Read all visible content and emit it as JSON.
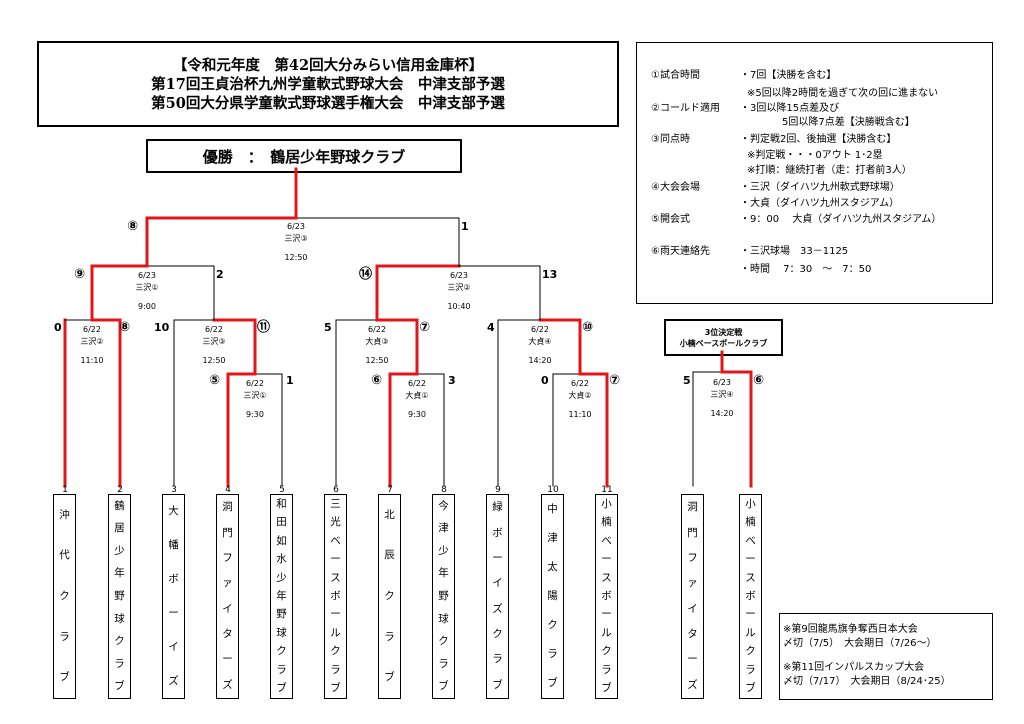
{
  "title": {
    "line1": "【令和元年度　第42回大分みらい信用金庫杯】",
    "line2": "第17回王貞治杯九州学童軟式野球大会　中津支部予選",
    "line3": "第50回大分県学童軟式野球選手権大会　中津支部予選"
  },
  "winner": "優勝　：　鶴居少年野球クラブ",
  "rules": [
    {
      "label": "①試合時間",
      "value": "・7回【決勝を含む】"
    },
    {
      "label": "",
      "value": "※5回以降2時間を過ぎて次の回に進まない"
    },
    {
      "label": "②コールド適用",
      "value": "・3回以降15点差及び"
    },
    {
      "label": "",
      "value": "5回以降7点差【決勝戦含む】"
    },
    {
      "label": "③同点時",
      "value": "・判定戦2回、後抽選【決勝含む】"
    },
    {
      "label": "",
      "value": "※判定戦・・・0アウト 1･2塁"
    },
    {
      "label": "",
      "value": "※打順：継続打者（走：打者前3人）"
    },
    {
      "label": "④大会会場",
      "value": "・三沢（ダイハツ九州軟式野球場）"
    },
    {
      "label": "",
      "value": "・大貞（ダイハツ九州スタジアム）"
    },
    {
      "label": "⑤開会式",
      "value": "・9：00　 大貞（ダイハツ九州スタジアム）"
    },
    {
      "label": "⑥雨天連絡先",
      "value": "・三沢球場　33－1125"
    },
    {
      "label": "",
      "value": "・時間　 7：30　～　7：50"
    }
  ],
  "third_place": {
    "title": "3位決定戦",
    "winner": "小楠ベースボールクラブ"
  },
  "notes": [
    "※第9回龍馬旗争奪西日本大会",
    "〆切（7/5）　大会期日（7/26～）",
    "※第11回インパルスカップ大会",
    "〆切（7/17）　大会期日（8/24･25）"
  ],
  "games": [
    {
      "id": "final",
      "date": "6/23",
      "venue": "三沢③",
      "time": "12:50",
      "left_score": "⑧",
      "right_score": "1"
    },
    {
      "id": "sf1",
      "date": "6/23",
      "venue": "三沢①",
      "time": "9:00",
      "left_score": "⑨",
      "right_score": "2"
    },
    {
      "id": "sf2",
      "date": "6/23",
      "venue": "三沢②",
      "time": "10:40",
      "left_score": "⑭",
      "right_score": "13"
    },
    {
      "id": "qf1",
      "date": "6/22",
      "venue": "三沢②",
      "time": "11:10",
      "left_score": "0",
      "right_score": "⑧"
    },
    {
      "id": "qf2",
      "date": "6/22",
      "venue": "三沢③",
      "time": "12:50",
      "left_score": "10",
      "right_score": "⑪"
    },
    {
      "id": "qf3",
      "date": "6/22",
      "venue": "大貞③",
      "time": "12:50",
      "left_score": "5",
      "right_score": "⑦"
    },
    {
      "id": "qf4",
      "date": "6/22",
      "venue": "大貞④",
      "time": "14:20",
      "left_score": "4",
      "right_score": "⑩"
    },
    {
      "id": "r1a",
      "date": "6/22",
      "venue": "三沢①",
      "time": "9:30",
      "left_score": "⑤",
      "right_score": "1"
    },
    {
      "id": "r1b",
      "date": "6/22",
      "venue": "大貞①",
      "time": "9:30",
      "left_score": "⑥",
      "right_score": "3"
    },
    {
      "id": "r1c",
      "date": "6/22",
      "venue": "大貞②",
      "time": "11:10",
      "left_score": "0",
      "right_score": "⑦"
    },
    {
      "id": "third",
      "date": "6/23",
      "venue": "三沢④",
      "time": "14:20",
      "left_score": "5",
      "right_score": "⑥"
    }
  ],
  "teams": [
    {
      "num": "1",
      "name": "沖代クラブ"
    },
    {
      "num": "2",
      "name": "鶴居少年野球クラブ"
    },
    {
      "num": "3",
      "name": "大幡ボーイズ"
    },
    {
      "num": "4",
      "name": "洞門ファイターズ"
    },
    {
      "num": "5",
      "name": "和田如水少年野球クラブ"
    },
    {
      "num": "6",
      "name": "三光ベースボールクラブ"
    },
    {
      "num": "7",
      "name": "北辰クラブ"
    },
    {
      "num": "8",
      "name": "今津少年野球クラブ"
    },
    {
      "num": "9",
      "name": "緑ボーイズクラブ"
    },
    {
      "num": "10",
      "name": "中津太陽クラブ"
    },
    {
      "num": "11",
      "name": "小楠ベースボールクラブ"
    }
  ],
  "third_place_teams": [
    {
      "name": "洞門ファイターズ"
    },
    {
      "name": "小楠ベースボールクラブ"
    }
  ],
  "colors": {
    "winner_line": "#e0161b",
    "loser_line": "#000000"
  }
}
